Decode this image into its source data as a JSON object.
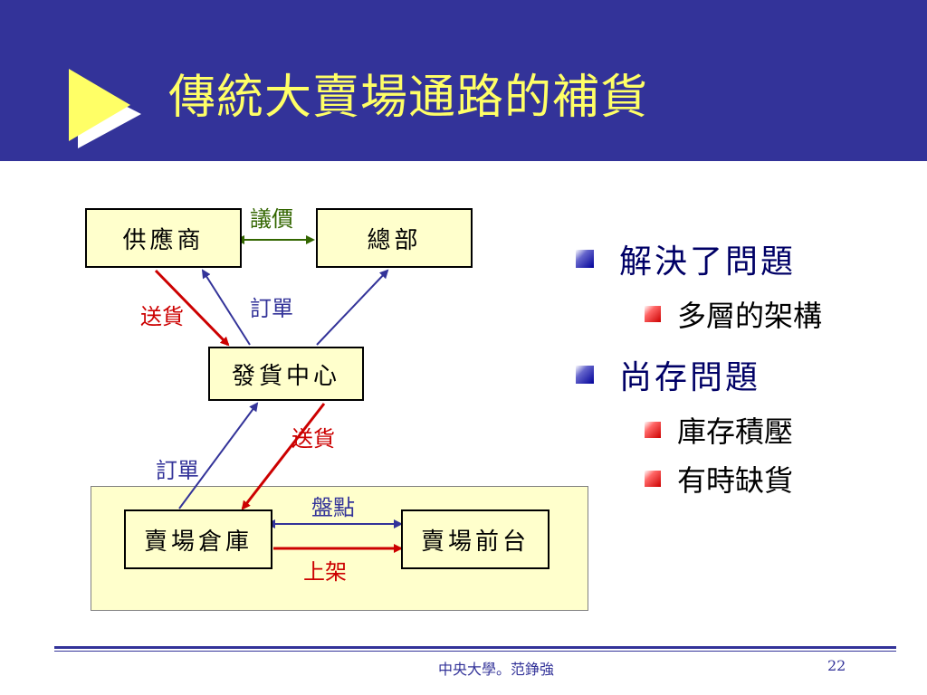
{
  "title": "傳統大賣場通路的補貨",
  "colors": {
    "header_bg": "#333399",
    "title": "#ffff66",
    "node_fill": "#ffffcc",
    "arrow_blue": "#333399",
    "arrow_red": "#cc0000",
    "arrow_green": "#336600"
  },
  "diagram": {
    "nodes": {
      "supplier": "供應商",
      "headquarters": "總部",
      "distribution_center": "發貨中心",
      "store_warehouse": "賣場倉庫",
      "store_front": "賣場前台"
    },
    "labels": {
      "negotiate_price": "議價",
      "deliver_top": "送貨",
      "order_top": "訂單",
      "deliver_bottom": "送貨",
      "order_bottom": "訂單",
      "inventory_check": "盤點",
      "shelving": "上架"
    }
  },
  "bullets": [
    {
      "text": "解決了問題",
      "sub": [
        "多層的架構"
      ]
    },
    {
      "text": "尚存問題",
      "sub": [
        "庫存積壓",
        "有時缺貨"
      ]
    }
  ],
  "footer": {
    "author": "中央大學。范錚強",
    "page_number": "22"
  }
}
